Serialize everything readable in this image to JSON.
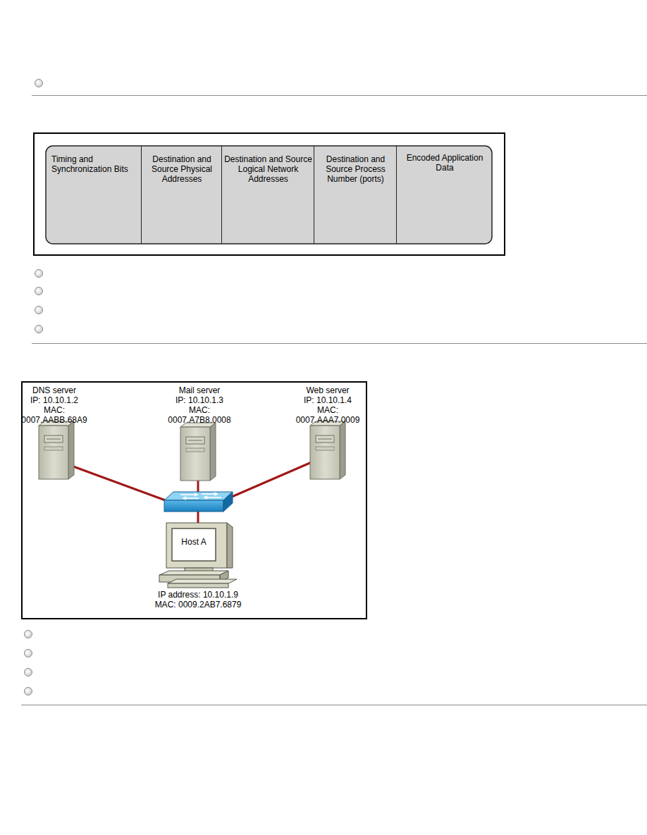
{
  "diagram": {
    "nodes": [
      {
        "text": [
          "Timing and Synchronization Bits"
        ]
      },
      {
        "text": [
          "Destination and Source Physical Addresses"
        ]
      },
      {
        "text": [
          "Destination and Source Logical Network Addresses"
        ]
      },
      {
        "text": [
          "Destination and Source Process Number (ports)"
        ]
      },
      {
        "text": [
          "Encoded Application Data"
        ]
      },
      {
        "text": [
          "DNS server",
          "IP: 10.10.1.2",
          "MAC: 0007.AABB.68A9"
        ]
      },
      {
        "text": [
          "Mail server",
          "IP: 10.10.1.3",
          "MAC: 0007.A7B8.0008"
        ]
      },
      {
        "text": [
          "Web server",
          "IP: 10.10.1.4",
          "MAC: 0007.AAA7.0009"
        ]
      },
      {
        "text": [
          "Host A",
          "IP address: 10.10.1.9",
          "MAC: 0009.2AB7.6879"
        ]
      }
    ]
  }
}
